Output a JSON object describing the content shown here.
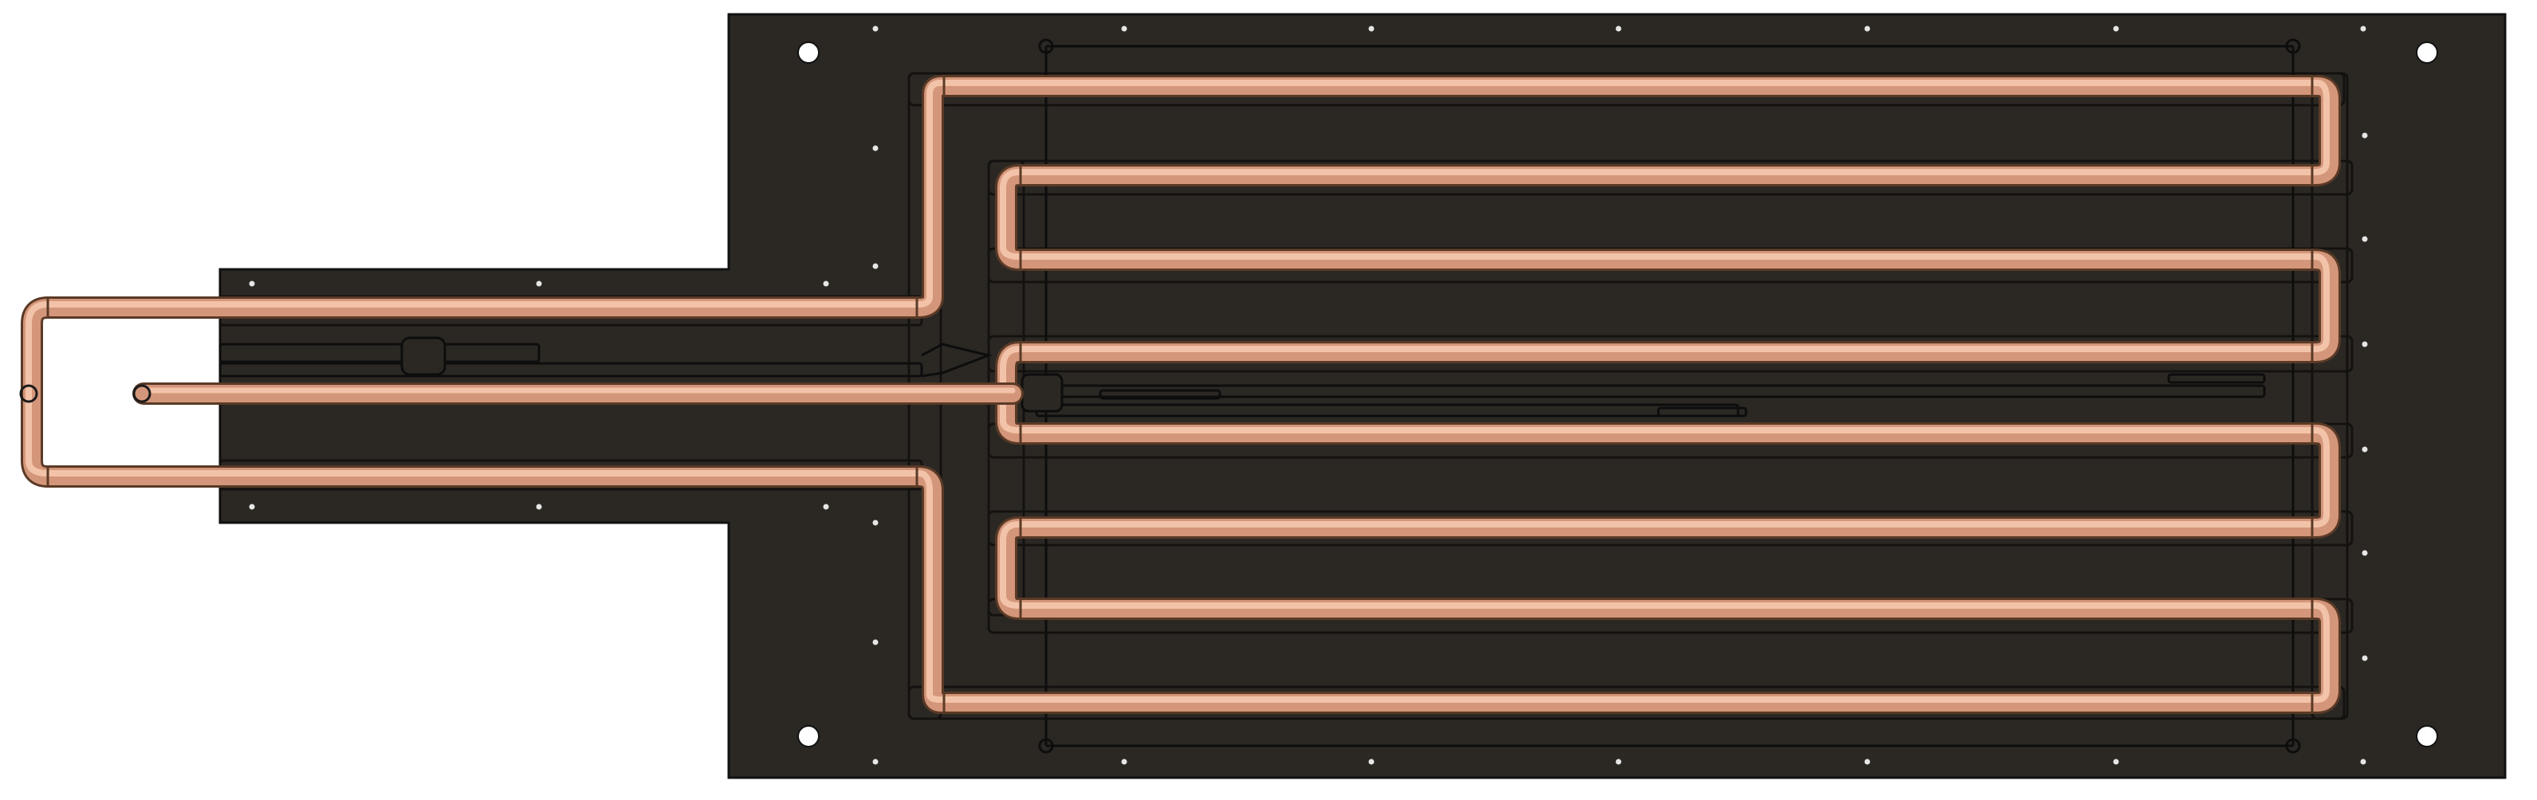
{
  "colors": {
    "background": "#ffffff",
    "plate": "#2b2824",
    "plate_edge": "#111111",
    "recess": "#25221f",
    "pipe_outline": "#5a3a26",
    "pipe_body": "#d4967a",
    "pipe_highlight": "#f2c3a8",
    "hole": "#ffffff",
    "dot": "#e6e6e6",
    "line": "#0d0d0d"
  },
  "icons": {
    "inlet": "circle-outline",
    "outlet": "circle-outline",
    "mounting_holes": "white-circle",
    "sensor": "rounded-square"
  }
}
